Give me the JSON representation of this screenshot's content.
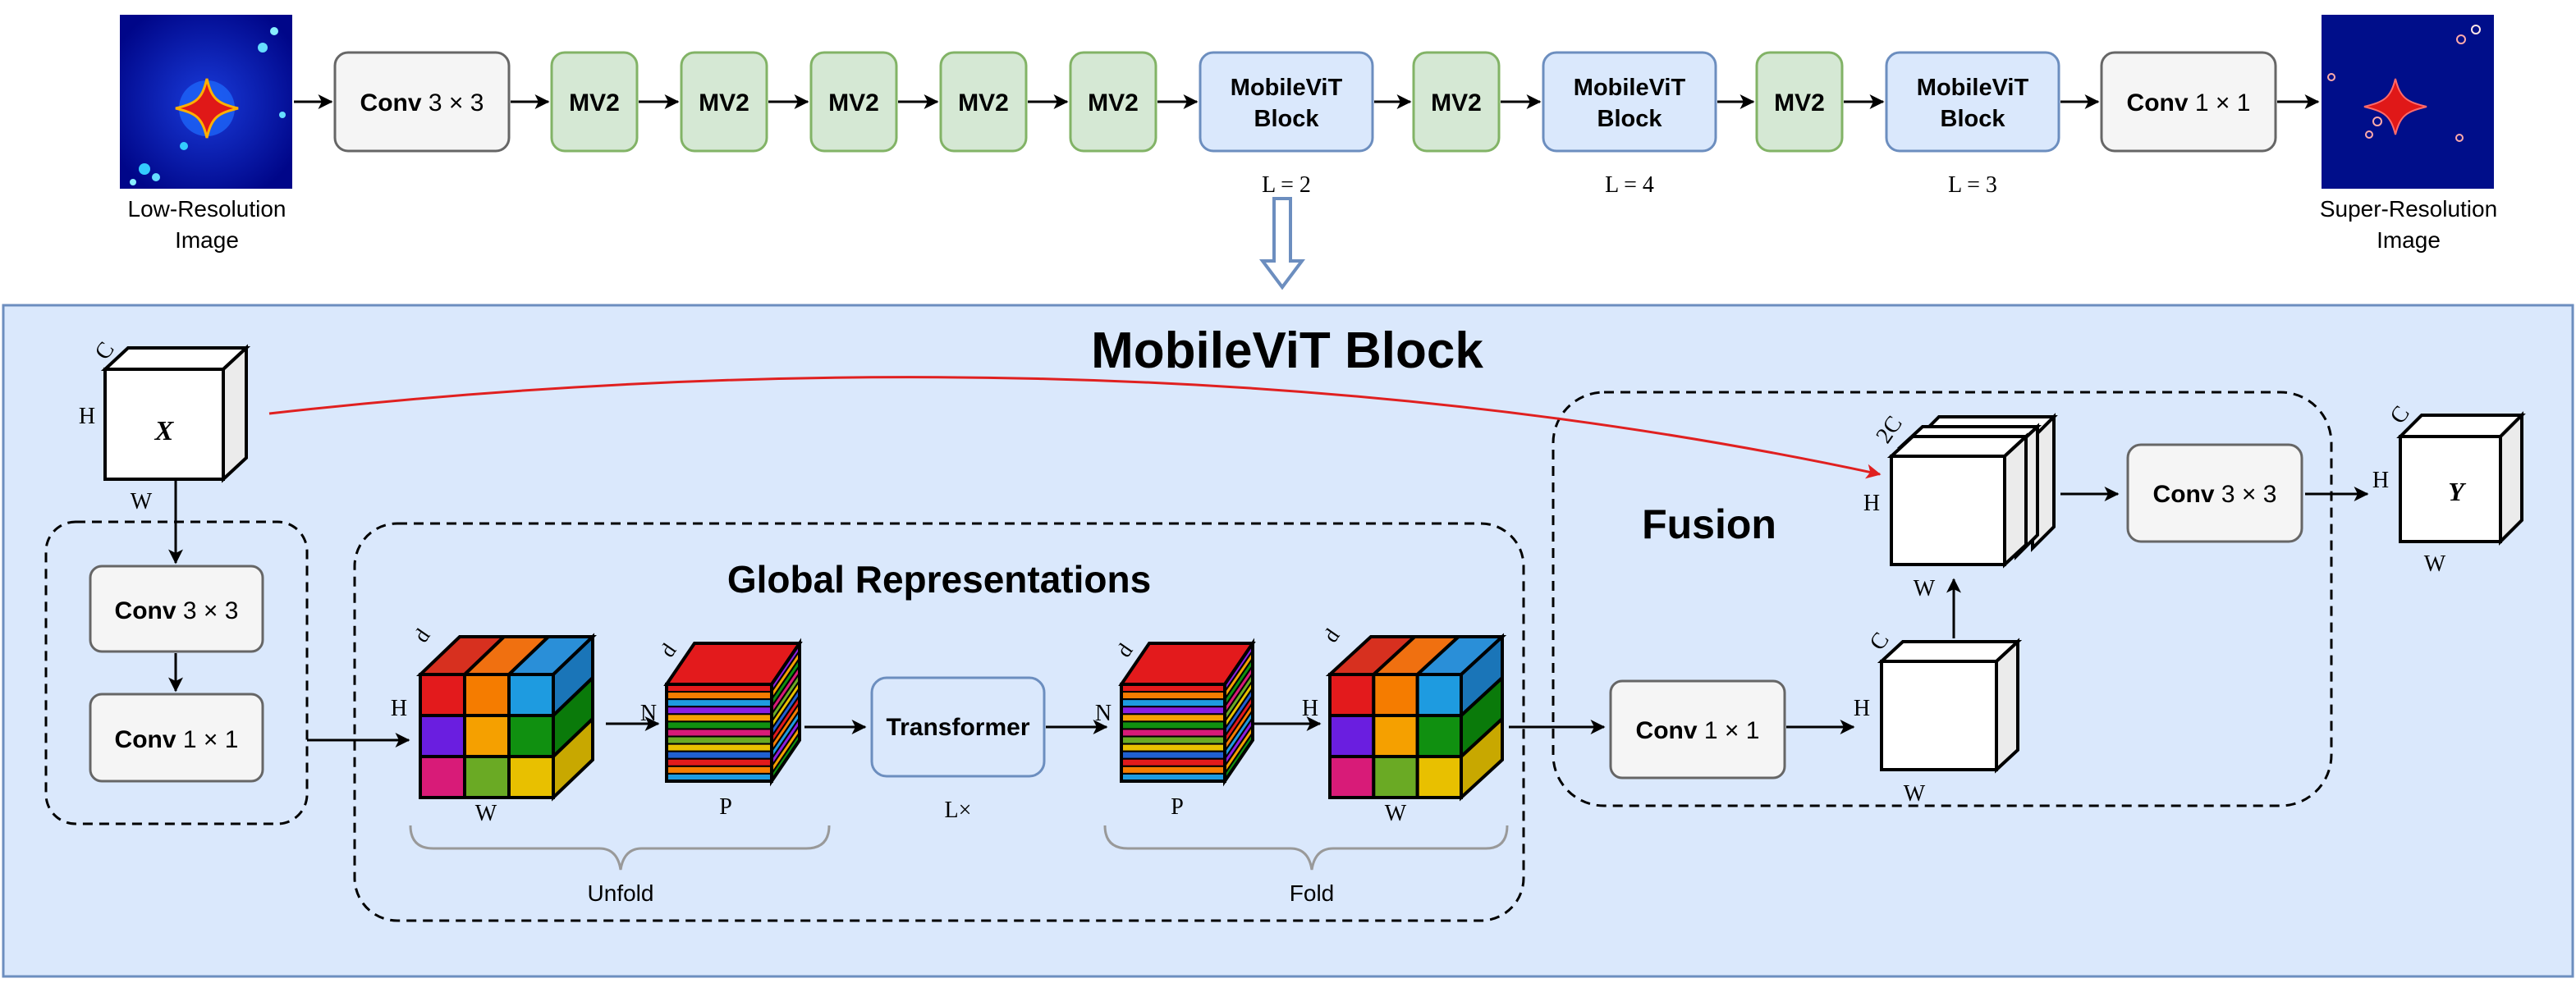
{
  "pipeline": {
    "input_label": [
      "Low-Resolution",
      "Image"
    ],
    "output_label": [
      "Super-Resolution",
      "Image"
    ],
    "blocks": [
      {
        "kind": "conv",
        "bold": "Conv",
        "rest": " 3 × 3"
      },
      {
        "kind": "mv2",
        "label": "MV2"
      },
      {
        "kind": "mv2",
        "label": "MV2"
      },
      {
        "kind": "mv2",
        "label": "MV2"
      },
      {
        "kind": "mv2",
        "label": "MV2"
      },
      {
        "kind": "mv2",
        "label": "MV2"
      },
      {
        "kind": "vit",
        "line1": "MobileViT",
        "line2": "Block",
        "sub": "L = 2"
      },
      {
        "kind": "mv2",
        "label": "MV2"
      },
      {
        "kind": "vit",
        "line1": "MobileViT",
        "line2": "Block",
        "sub": "L = 4"
      },
      {
        "kind": "mv2",
        "label": "MV2"
      },
      {
        "kind": "vit",
        "line1": "MobileViT",
        "line2": "Block",
        "sub": "L = 3"
      },
      {
        "kind": "conv",
        "bold": "Conv",
        "rest": " 1 × 1"
      }
    ]
  },
  "detail": {
    "title": "MobileViT Block",
    "input_cube": {
      "label": "X",
      "dim_c": "C",
      "dim_h": "H",
      "dim_w": "W"
    },
    "local": {
      "conv3": {
        "bold": "Conv",
        "rest": " 3 × 3"
      },
      "conv1": {
        "bold": "Conv",
        "rest": " 1 × 1"
      }
    },
    "global": {
      "title": "Global Representations",
      "grid_in": {
        "d": "d",
        "h": "H",
        "w": "W"
      },
      "unfolded": {
        "d": "d",
        "n": "N",
        "p": "P"
      },
      "transformer": {
        "label": "Transformer",
        "sub": "L×"
      },
      "folded_in": {
        "d": "d",
        "n": "N",
        "p": "P"
      },
      "grid_out": {
        "d": "d",
        "h": "H",
        "w": "W"
      },
      "unfold_label": "Unfold",
      "fold_label": "Fold"
    },
    "fusion": {
      "title": "Fusion",
      "conv1": {
        "bold": "Conv",
        "rest": " 1 × 1"
      },
      "cube_c": {
        "c": "C",
        "h": "H",
        "w": "W"
      },
      "cube_2c": {
        "c": "2C",
        "h": "H",
        "w": "W"
      },
      "conv3": {
        "bold": "Conv",
        "rest": " 3 × 3"
      }
    },
    "output_cube": {
      "label": "Y",
      "dim_c": "C",
      "dim_h": "H",
      "dim_w": "W"
    }
  },
  "colors": {
    "conv_fill": "#f5f5f5",
    "conv_stroke": "#666666",
    "mv2_fill": "#d5e8d4",
    "mv2_stroke": "#82b366",
    "vit_fill": "#dae8fc",
    "vit_stroke": "#6c8ebf",
    "panel_fill": "#dae8fc",
    "panel_stroke": "#6c8ebf",
    "skip_arrow": "#e02020",
    "grid": [
      "#e31a1c",
      "#f57c00",
      "#1e9be0",
      "#6a1ee0",
      "#f5a000",
      "#109010",
      "#d81b78",
      "#6aaa24",
      "#e8c000"
    ],
    "grid_top": [
      "#d7301f",
      "#f07010",
      "#2a8fd8"
    ],
    "grid_side": [
      "#1a75b8",
      "#0a7a0a",
      "#c8a800"
    ],
    "stripes": [
      "#e31a1c",
      "#f57c00",
      "#1e9be0",
      "#8a1ee0",
      "#f5a000",
      "#109010",
      "#d81b78",
      "#6aaa24",
      "#e8c000",
      "#2060d0"
    ]
  }
}
